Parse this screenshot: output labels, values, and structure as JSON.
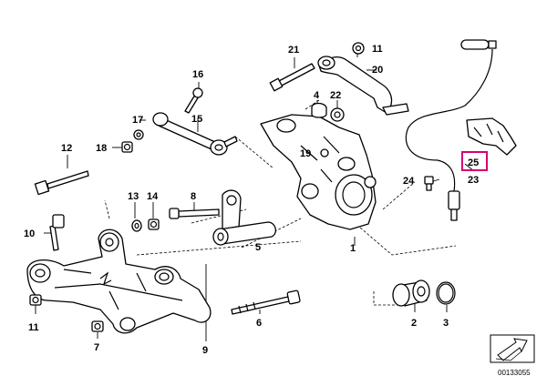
{
  "diagram": {
    "labels": [
      "1",
      "2",
      "3",
      "4",
      "5",
      "6",
      "7",
      "8",
      "9",
      "10",
      "11",
      "11",
      "12",
      "13",
      "14",
      "15",
      "16",
      "17",
      "18",
      "19",
      "20",
      "21",
      "22",
      "23",
      "24",
      "25"
    ],
    "highlighted_label": "25",
    "reference_number": "00133055",
    "colors": {
      "highlight": "#d6006e",
      "line": "#000000",
      "background": "#ffffff"
    },
    "icons": [
      "view-direction-arrow-icon"
    ]
  }
}
